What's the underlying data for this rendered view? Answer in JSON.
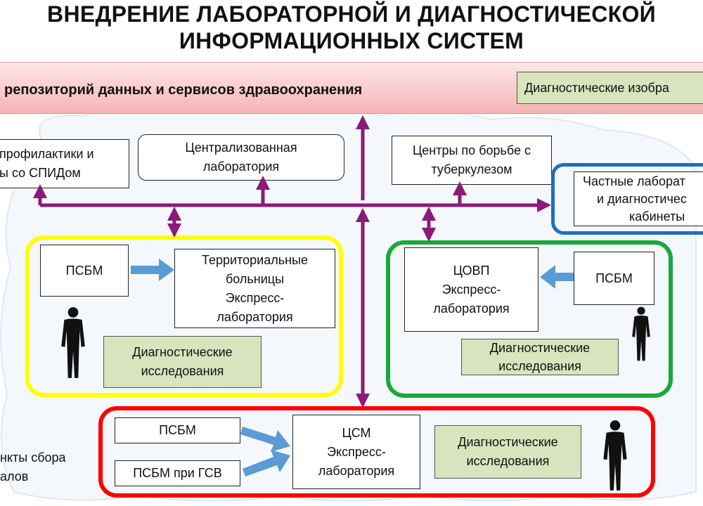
{
  "title": {
    "line1": "ВНЕДРЕНИЕ ЛАБОРАТОРНОЙ И ДИАГНОСТИЧЕСКОЙ",
    "line2": "ИНФОРМАЦИОННЫХ СИСТЕМ"
  },
  "banner": {
    "text": "репозиторий данных и сервисов здравоохранения",
    "imaging_box": "Диагностические изобра"
  },
  "top_row": {
    "aids_centers": [
      "профилактики и",
      "ы со СПИДом"
    ],
    "central_lab": [
      "Централизованная",
      "лаборатория"
    ],
    "tb_centers": [
      "Центры по борьбе с",
      "туберкулезом"
    ],
    "private_labs": [
      "Частные лаборат",
      "и диагностичес",
      "кабинеты"
    ]
  },
  "yellow_group": {
    "psbm": "ПСБМ",
    "territorial": [
      "Территориальные",
      "больницы",
      "Экспресс-",
      "лаборатория"
    ],
    "diagnostics": [
      "Диагностические",
      "исследования"
    ]
  },
  "green_group": {
    "tsovp": [
      "ЦОВП",
      "Экспресс-",
      "лаборатория"
    ],
    "psbm": "ПСБМ",
    "diagnostics": [
      "Диагностические",
      "исследования"
    ]
  },
  "red_group": {
    "psbm": "ПСБМ",
    "psbm_gsv": "ПСБМ при ГСВ",
    "tsm": [
      "ЦСМ",
      "Экспресс-",
      "лаборатория"
    ],
    "diagnostics": [
      "Диагностические",
      "исследования"
    ]
  },
  "left_bottom": [
    "нкты сбора",
    "алов"
  ],
  "colors": {
    "bus": "#8b1a78",
    "flow_arrow": "#5b9bd5",
    "yellow_frame": "#ffff00",
    "green_frame": "#1aa83a",
    "red_frame": "#ff0000",
    "blue_frame": "#1c6fc2",
    "diag_fill": "#d7e4bd",
    "banner": "#f6b3b3"
  },
  "icons": [
    "person-silhouette-icon"
  ]
}
